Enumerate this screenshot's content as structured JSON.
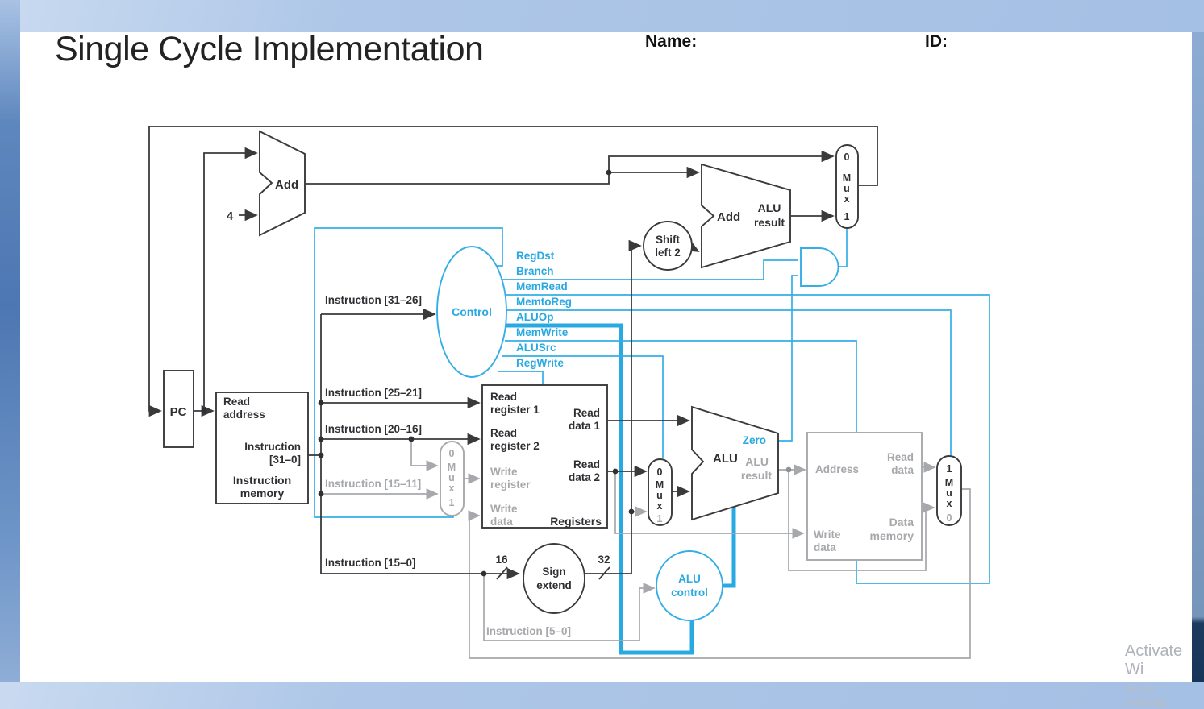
{
  "colors": {
    "control_blue": "#29a9e1",
    "wire_black": "#3a3a3c",
    "wire_gray": "#a6a8ab",
    "slide_bg": "#ffffff",
    "frame_blue": "#4d77b2"
  },
  "header": {
    "title": "Single Cycle Implementation",
    "name_label": "Name:",
    "id_label": "ID:"
  },
  "watermark": {
    "line1": "Activate Wi",
    "line2": "Go to Settings"
  },
  "diagram": {
    "add1": "Add",
    "four": "4",
    "add2": {
      "label": "Add",
      "result": [
        "ALU",
        "result"
      ]
    },
    "shift": [
      "Shift",
      "left 2"
    ],
    "control": "Control",
    "signals": {
      "regdst": "RegDst",
      "branch": "Branch",
      "memread": "MemRead",
      "memtoreg": "MemtoReg",
      "aluop": "ALUOp",
      "memwrite": "MemWrite",
      "alusrc": "ALUSrc",
      "regwrite": "RegWrite"
    },
    "instr_31_26": "Instruction [31–26]",
    "instr_25_21": "Instruction [25–21]",
    "instr_20_16": "Instruction [20–16]",
    "instr_15_11": "Instruction [15–11]",
    "instr_15_0": "Instruction [15–0]",
    "instr_5_0": "Instruction [5–0]",
    "pc": "PC",
    "imem": {
      "read": "Read",
      "address": "address",
      "instr": "Instruction",
      "range": "[31–0]",
      "title": [
        "Instruction",
        "memory"
      ]
    },
    "registers": {
      "rr1": [
        "Read",
        "register 1"
      ],
      "rr2": [
        "Read",
        "register 2"
      ],
      "wr": [
        "Write",
        "register"
      ],
      "wd": [
        "Write",
        "data"
      ],
      "rd1": [
        "Read",
        "data 1"
      ],
      "rd2": [
        "Read",
        "data 2"
      ],
      "title": "Registers"
    },
    "mux": {
      "m": "M",
      "u": "u",
      "x": "x",
      "zero": "0",
      "one": "1"
    },
    "sign_extend": [
      "Sign",
      "extend"
    ],
    "bits16": "16",
    "bits32": "32",
    "alu_control": [
      "ALU",
      "control"
    ],
    "alu": {
      "label": "ALU",
      "zero": "Zero",
      "result": [
        "ALU",
        "result"
      ]
    },
    "dmem": {
      "address": "Address",
      "read_data": [
        "Read",
        "data"
      ],
      "write_data": [
        "Write",
        "data"
      ],
      "title": [
        "Data",
        "memory"
      ]
    }
  }
}
